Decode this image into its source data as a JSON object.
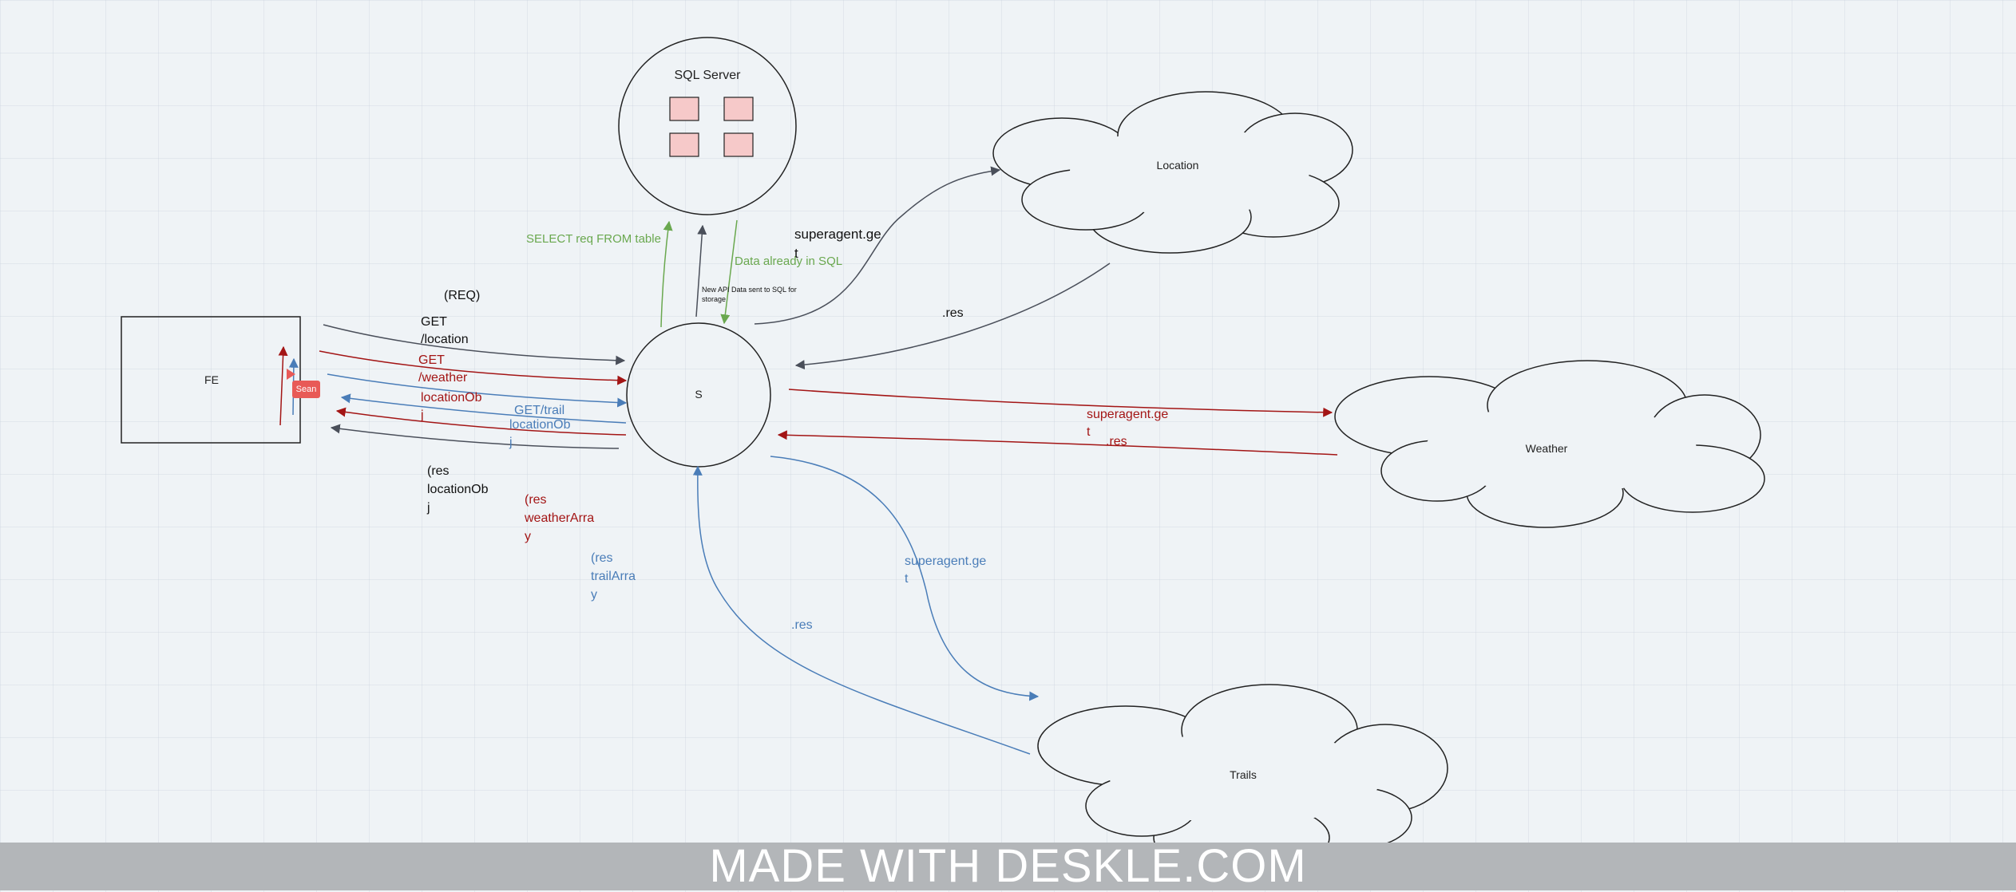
{
  "nodes": {
    "sql": "SQL Server",
    "fe": "FE",
    "s": "S",
    "location": "Location",
    "weather": "Weather",
    "trails": "Trails"
  },
  "labels": {
    "req": "(REQ)",
    "get_location": "GET\n/location",
    "get_weather": "GET\n/weather",
    "location_obj_red": "locationOb\nj",
    "get_trail": "GET/trail",
    "location_obj_blue": "locationOb\nj",
    "res_location": "(res\nlocationOb\nj",
    "res_weather": "(res\nweatherArra\ny",
    "res_trail": "(res\ntrailArra\ny",
    "select_req": "SELECT req FROM table",
    "data_already": "Data already in SQL",
    "new_api": "New API Data sent to SQL for\nstorage",
    "superagent_location": "superagent.ge\nt",
    "res_location_cloud": ".res",
    "superagent_weather": "superagent.ge\nt",
    "res_weather_cloud": ".res",
    "superagent_trails": "superagent.ge\nt",
    "res_trails_cloud": ".res"
  },
  "user_tag": "Sean",
  "watermark": "MADE WITH DESKLE.COM",
  "colors": {
    "black": "#4a4f5a",
    "red": "#a31515",
    "blue": "#4a7db8",
    "green": "#6aa84f",
    "tag": "#e85a57"
  }
}
